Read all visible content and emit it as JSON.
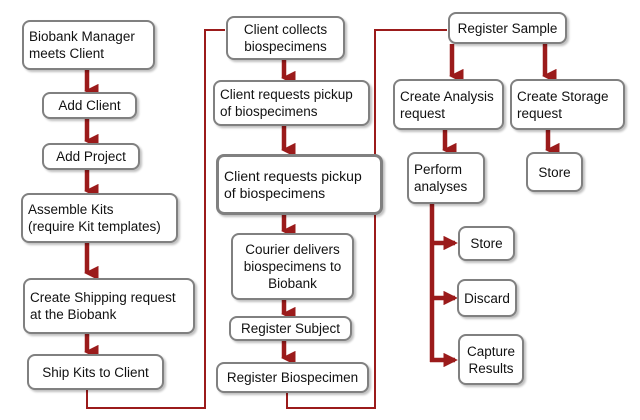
{
  "colors": {
    "arrow": "#9b1b1b",
    "border": "#808080"
  },
  "boxes": {
    "manager_meets_client": "Biobank Manager\nmeets Client",
    "add_client": "Add Client",
    "add_project": "Add Project",
    "assemble_kits": "Assemble Kits\n(require Kit templates)",
    "create_shipping_request": "Create Shipping request\nat the Biobank",
    "ship_kits": "Ship Kits to Client",
    "client_collects": "Client collects\nbiospecimens",
    "client_requests_pickup_1": "Client requests pickup\nof biospecimens",
    "client_requests_pickup_2": "Client requests pickup\nof biospecimens",
    "courier_delivers": "Courier delivers\nbiospecimens to\nBiobank",
    "register_subject": "Register Subject",
    "register_biospecimen": "Register Biospecimen",
    "register_sample": "Register Sample",
    "create_analysis_request": "Create Analysis\nrequest",
    "create_storage_request": "Create Storage\nrequest",
    "store_right": "Store",
    "perform_analyses": "Perform\nanalyses",
    "store_branch": "Store",
    "discard": "Discard",
    "capture_results": "Capture\nResults"
  }
}
